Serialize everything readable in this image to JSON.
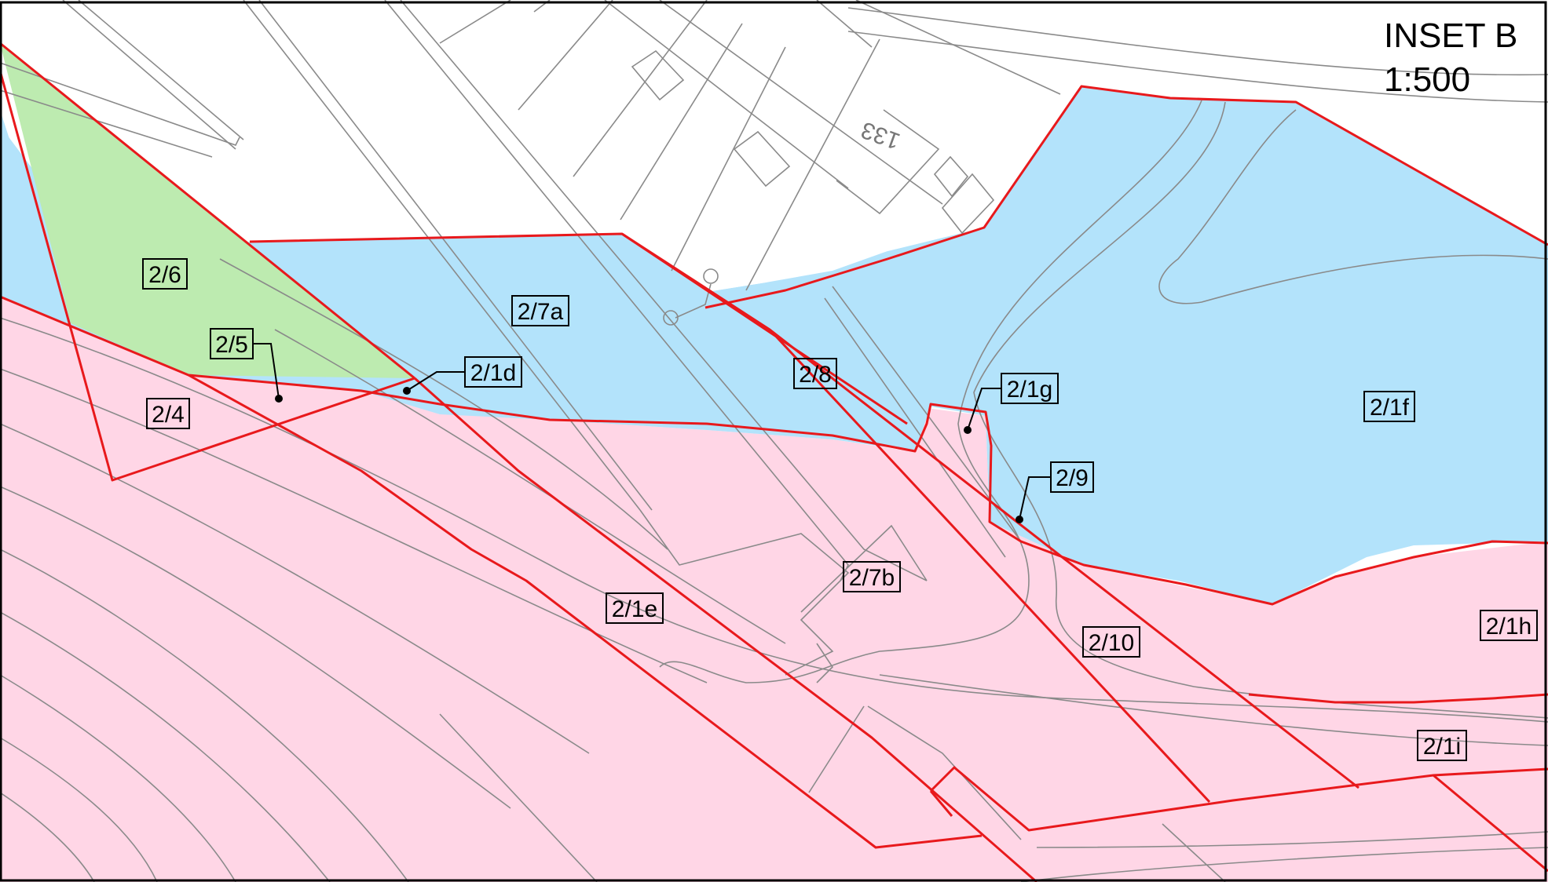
{
  "inset": {
    "title": "INSET B",
    "scale": "1:500"
  },
  "house_number": "133",
  "colors": {
    "blue_plot": "#b3e3fb",
    "pink_plot": "#ffd6e6",
    "green_plot": "#bdebb0",
    "boundary": "#e8191c",
    "base_lines": "#8a8a8a"
  },
  "plots": [
    {
      "id": "2/6",
      "fill": "green"
    },
    {
      "id": "2/5",
      "fill": "pink"
    },
    {
      "id": "2/4",
      "fill": "pink"
    },
    {
      "id": "2/7a",
      "fill": "blue"
    },
    {
      "id": "2/1d",
      "fill": "pink"
    },
    {
      "id": "2/8",
      "fill": "blue"
    },
    {
      "id": "2/1g",
      "fill": "pink"
    },
    {
      "id": "2/1f",
      "fill": "blue"
    },
    {
      "id": "2/9",
      "fill": "pink"
    },
    {
      "id": "2/7b",
      "fill": "pink"
    },
    {
      "id": "2/1e",
      "fill": "pink"
    },
    {
      "id": "2/10",
      "fill": "pink"
    },
    {
      "id": "2/1h",
      "fill": "pink"
    },
    {
      "id": "2/1i",
      "fill": "pink"
    }
  ]
}
